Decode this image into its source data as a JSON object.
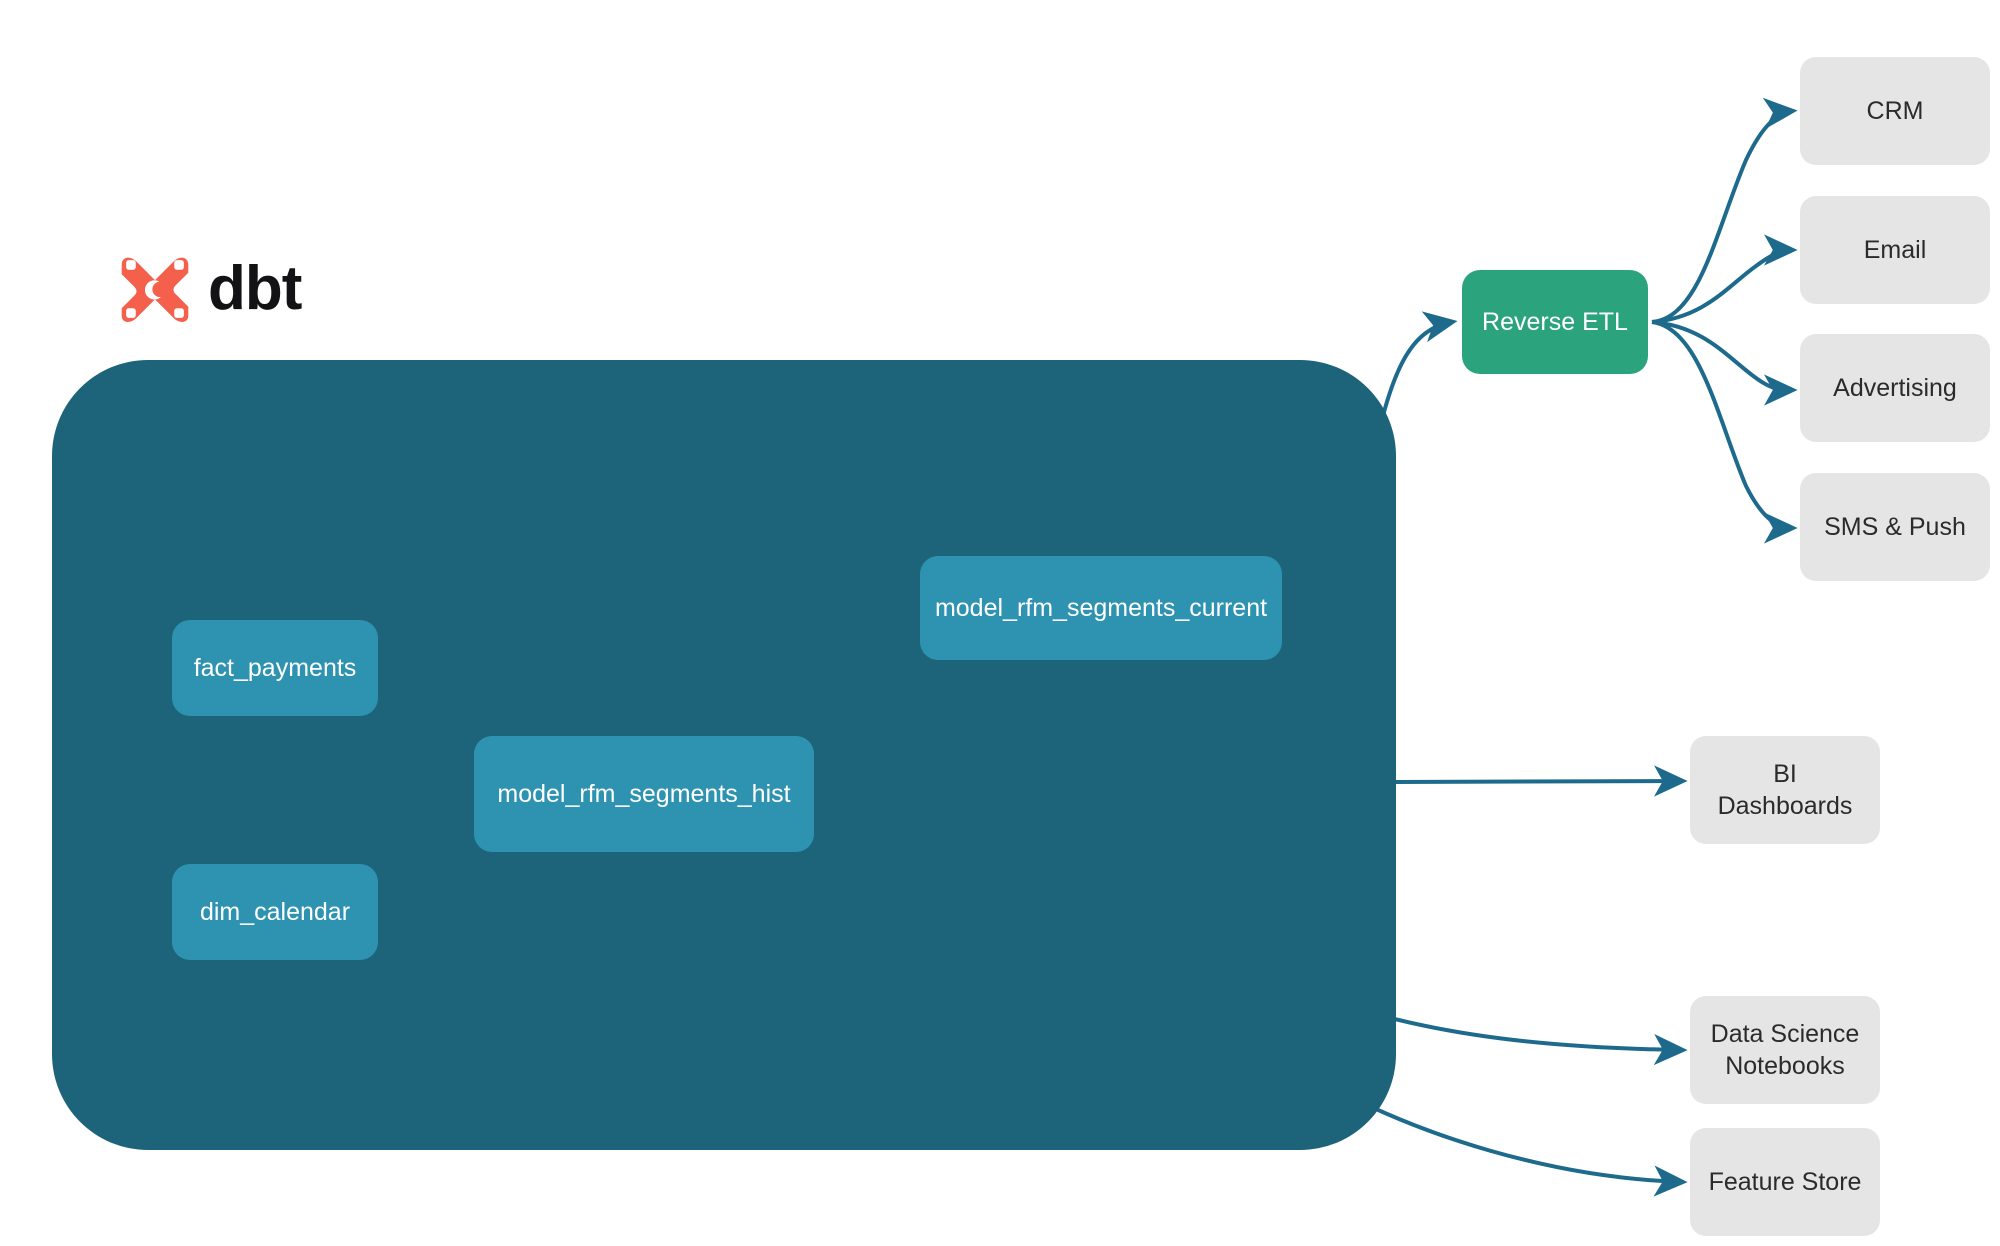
{
  "brand": {
    "name": "dbt",
    "logo_icon": "dbt-logo-icon",
    "logo_color": "#f4604b",
    "text_color": "#131316"
  },
  "colors": {
    "canvas": "#ffffff",
    "warehouse_container": "#1d6379",
    "model_node": "#2e93b0",
    "reverse_etl_node": "#2ba37d",
    "destination_node": "#e5e5e5",
    "edge_outer": "#1d6a8c",
    "edge_inner": "#2a7d98",
    "node_label": "#ffffff",
    "destination_label": "#2b2b2b"
  },
  "container": {
    "name": "dbt-project-container"
  },
  "models": [
    {
      "id": "fact_payments",
      "label": "fact_payments",
      "kind": "source"
    },
    {
      "id": "dim_calendar",
      "label": "dim_calendar",
      "kind": "source"
    },
    {
      "id": "hist",
      "label": "model_rfm_segments_hist",
      "kind": "model"
    },
    {
      "id": "current",
      "label": "model_rfm_segments_current",
      "kind": "model"
    }
  ],
  "reverse_etl": {
    "id": "reverse_etl",
    "label": "Reverse ETL"
  },
  "destinations": [
    {
      "id": "crm",
      "label": "CRM"
    },
    {
      "id": "email",
      "label": "Email"
    },
    {
      "id": "advertising",
      "label": "Advertising"
    },
    {
      "id": "sms_push",
      "label": "SMS & Push"
    },
    {
      "id": "bi_dashboards",
      "label": "BI Dashboards"
    },
    {
      "id": "ds_notebooks",
      "label": "Data Science\nNotebooks"
    },
    {
      "id": "feature_store",
      "label": "Feature Store"
    }
  ],
  "edges": [
    {
      "from": "fact_payments",
      "to": "hist"
    },
    {
      "from": "dim_calendar",
      "to": "hist"
    },
    {
      "from": "hist",
      "to": "current"
    },
    {
      "from": "current",
      "to": "reverse_etl"
    },
    {
      "from": "reverse_etl",
      "to": "crm"
    },
    {
      "from": "reverse_etl",
      "to": "email"
    },
    {
      "from": "reverse_etl",
      "to": "advertising"
    },
    {
      "from": "reverse_etl",
      "to": "sms_push"
    },
    {
      "from": "hist",
      "to": "bi_dashboards"
    },
    {
      "from": "hist",
      "to": "ds_notebooks"
    },
    {
      "from": "hist",
      "to": "feature_store"
    }
  ]
}
